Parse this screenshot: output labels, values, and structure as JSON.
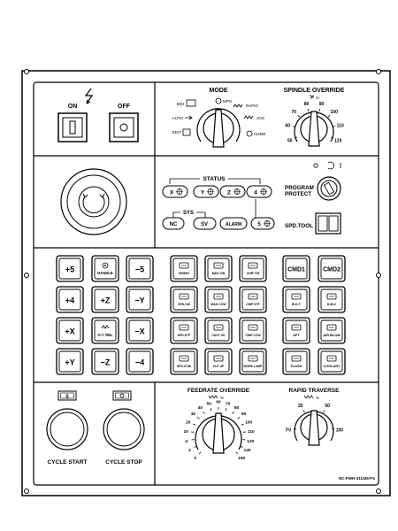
{
  "power": {
    "on_label": "ON",
    "off_label": "OFF",
    "on_symbol": "I",
    "off_symbol": "O"
  },
  "mode": {
    "title": "MODE",
    "labels": {
      "mdi": "MDI",
      "mpg": "MPG",
      "rapid": "RAPID",
      "auto": "AUTO",
      "jog": "JOG",
      "edit": "EDIT",
      "home": "HOME"
    }
  },
  "spindle_override": {
    "title": "SPINDLE OVERRIDE",
    "unit": "%",
    "scale": [
      "50",
      "60",
      "70",
      "80",
      "90",
      "100",
      "110",
      "120"
    ]
  },
  "status": {
    "title": "STATUS",
    "axes": [
      "X",
      "Y",
      "Z",
      "4"
    ],
    "sys_title": "SYS",
    "nc_label": "NC",
    "sv_label": "SV",
    "alarm_label": "ALARM",
    "fifth_label": "5"
  },
  "program_protect": {
    "line1": "PROGRAM",
    "line2": "PROTECT"
  },
  "spd_tool": {
    "label": "SPD.TOOL"
  },
  "jog_keys": {
    "row1": [
      "+5",
      "HANDLE",
      "−5"
    ],
    "row2": [
      "+4",
      "+Z",
      "−Y"
    ],
    "row3": [
      "+X",
      "O.T. REL",
      "−X"
    ],
    "row4": [
      "+Y",
      "−Z",
      "−4"
    ]
  },
  "function_keys": {
    "row1": [
      "ORIENT",
      "MAG CW",
      "CHIP CW"
    ],
    "row2": [
      "SPD.CW",
      "MAG CCW",
      "CHIP STP"
    ],
    "row3": [
      "SPD.STP",
      "CUST OK",
      "CHIP CCW"
    ],
    "row4": [
      "SPD.CCW",
      "CUT UP",
      "WORK LAMP"
    ]
  },
  "command_keys": {
    "row1": [
      "CMD1",
      "CMD2"
    ],
    "row2": [
      "B.D.T",
      "S.B.K"
    ],
    "row3": [
      "OPT",
      "AIR BLOW"
    ],
    "row4": [
      "FLUSH",
      "COOLANT"
    ]
  },
  "cycle": {
    "start_label": "CYCLE START",
    "stop_label": "CYCLE STOP",
    "start_symbol": "0"
  },
  "feedrate_override": {
    "title": "FEEDRATE OVERRIDE",
    "unit": "%",
    "scale": [
      "0",
      "2",
      "4",
      "10",
      "20",
      "30",
      "40",
      "50",
      "60",
      "70",
      "80",
      "90",
      "100",
      "110",
      "120",
      "140",
      "150"
    ]
  },
  "rapid_traverse": {
    "title": "RAPID TRAVERSE",
    "unit": "%",
    "scale": [
      "F0",
      "25",
      "50",
      "100"
    ]
  },
  "model_code": "NC-FWH-311SM-FS"
}
